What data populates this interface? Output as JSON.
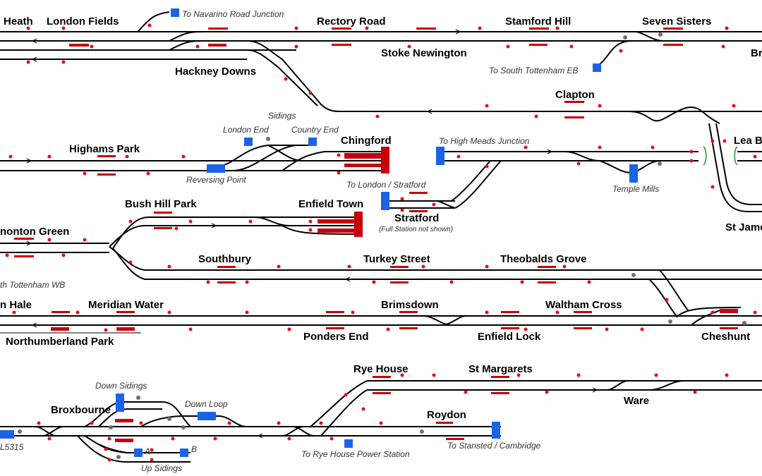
{
  "stations": {
    "heath": "Heath",
    "london_fields": "London Fields",
    "rectory_road": "Rectory Road",
    "stamford_hill": "Stamford Hill",
    "seven_sisters": "Seven Sisters",
    "br": "Br",
    "stoke_newington": "Stoke Newington",
    "hackney_downs": "Hackney Downs",
    "clapton": "Clapton",
    "highams_park": "Highams Park",
    "chingford": "Chingford",
    "lea_b": "Lea B",
    "stratford": "Stratford",
    "bush_hill_park": "Bush Hill Park",
    "enfield_town": "Enfield Town",
    "edmonton_green": "nonton Green",
    "st_james": "St James",
    "southbury": "Southbury",
    "turkey_street": "Turkey Street",
    "theobalds_grove": "Theobalds Grove",
    "angel_road": "n Hale",
    "meridian_water": "Meridian Water",
    "brimsdown": "Brimsdown",
    "waltham_cross": "Waltham Cross",
    "northumberland_park": "Northumberland Park",
    "ponders_end": "Ponders End",
    "enfield_lock": "Enfield Lock",
    "cheshunt": "Cheshunt",
    "rye_house": "Rye House",
    "st_margarets": "St Margarets",
    "broxbourne": "Broxbourne",
    "ware": "Ware",
    "roydon": "Roydon"
  },
  "notes": {
    "navarino": "To Navarino Road Junction",
    "south_tottenham_eb": "To South Tottenham EB",
    "sidings": "Sidings",
    "london_end": "London End",
    "country_end": "Country End",
    "reversing_point": "Reversing Point",
    "high_meads": "To High Meads Junction",
    "temple_mills": "Temple Mills",
    "to_london_stratford": "To London / Stratford",
    "full_station": "(Full Station not shown)",
    "south_tottenham_wb": "th Tottenham WB",
    "down_sidings": "Down Sidings",
    "down_loop": "Down Loop",
    "up_sidings": "Up Sidings",
    "siding_a": "A",
    "siding_b": "B",
    "l5315": "L5315",
    "rye_house_ps": "To Rye House Power Station",
    "stansted": "To Stansted / Cambridge"
  },
  "colors": {
    "track": "#000000",
    "platform": "#c8000a",
    "signal": "#e0101a",
    "shunt_signal": "#7a6a6a",
    "block_marker": "#1a63e6",
    "buffer": "#20a020"
  }
}
